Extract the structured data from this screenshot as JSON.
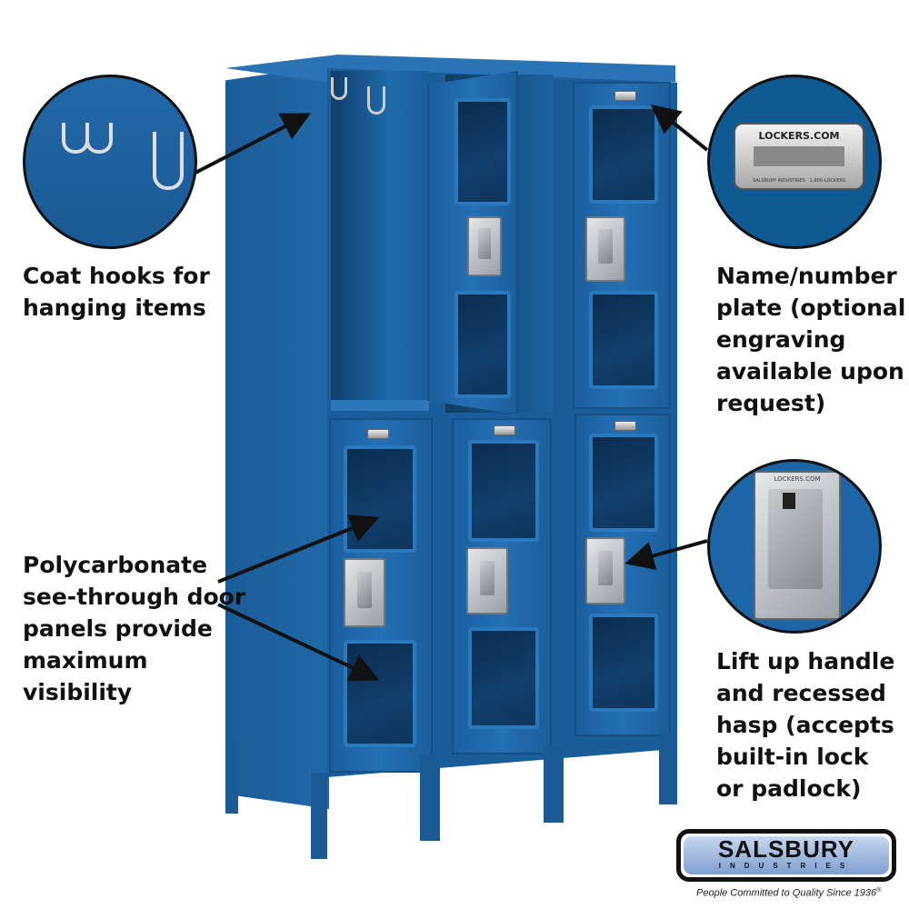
{
  "callouts": {
    "coat_hooks": "Coat hooks for\nhanging items",
    "panels": "Polycarbonate\nsee-through door\npanels provide\nmaximum\nvisibility",
    "name_plate": "Name/number\nplate (optional\nengraving\navailable upon\nrequest)",
    "handle": "Lift up handle\nand recessed\nhasp (accepts\nbuilt-in lock\nor padlock)"
  },
  "name_plate_detail": {
    "brand": "LOCKERS.COM",
    "company": "SALSBURY INDUSTRIES",
    "phone": "1-800-LOCKERS"
  },
  "handle_detail": {
    "brand": "LOCKERS.COM"
  },
  "logo": {
    "name": "SALSBURY",
    "subtitle": "INDUSTRIES",
    "tagline": "People Committed to Quality Since 1936",
    "registered": "®"
  },
  "colors": {
    "locker_blue": "#1d65a6",
    "text": "#111111"
  }
}
